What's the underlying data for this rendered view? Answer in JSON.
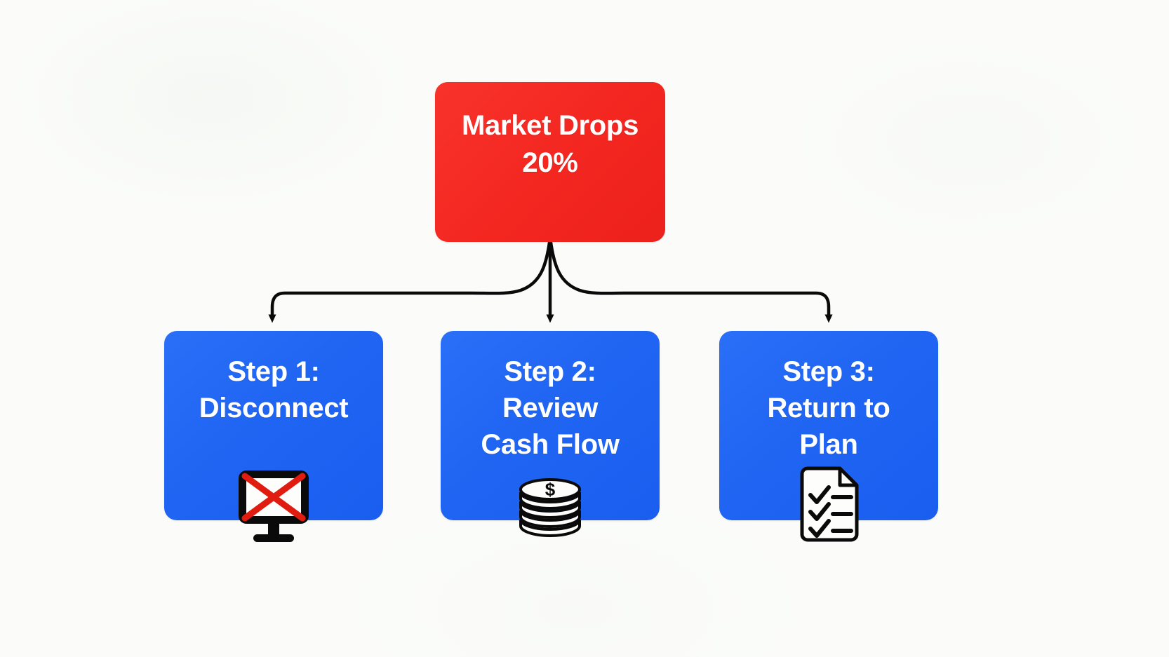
{
  "diagram": {
    "type": "flowchart",
    "background_color": "#fbfcfa",
    "root": {
      "id": "market-drops",
      "label": "Market Drops\n20%",
      "color": "#f32620",
      "text_color": "#ffffff",
      "shape": "rounded-rectangle"
    },
    "steps": [
      {
        "id": "step-1",
        "label": "Step 1:\nDisconnect",
        "step_number": "1",
        "step_name": "Disconnect",
        "color": "#1f64f2",
        "text_color": "#ffffff",
        "icon": "monitor-crossed-out-icon",
        "icon_description": "computer monitor with red X over screen"
      },
      {
        "id": "step-2",
        "label": "Step 2:\nReview\nCash Flow",
        "step_number": "2",
        "step_name": "Review Cash Flow",
        "color": "#1f64f2",
        "text_color": "#ffffff",
        "icon": "coin-stack-dollar-icon",
        "icon_description": "stack of coins with dollar sign"
      },
      {
        "id": "step-3",
        "label": "Step 3:\nReturn to\nPlan",
        "step_number": "3",
        "step_name": "Return to Plan",
        "color": "#1f64f2",
        "text_color": "#ffffff",
        "icon": "checklist-document-icon",
        "icon_description": "document with three checkmarks"
      }
    ],
    "connectors": {
      "style": "elbow-with-arrowheads",
      "color": "#0a0a0a",
      "from": "market-drops",
      "to": [
        "step-1",
        "step-2",
        "step-3"
      ]
    }
  },
  "accent_colors": {
    "alert_red": "#f32620",
    "step_blue": "#1f64f2",
    "cross_red": "#e01b10",
    "icon_black": "#0a0a0a",
    "icon_white": "#fdfdfb"
  }
}
